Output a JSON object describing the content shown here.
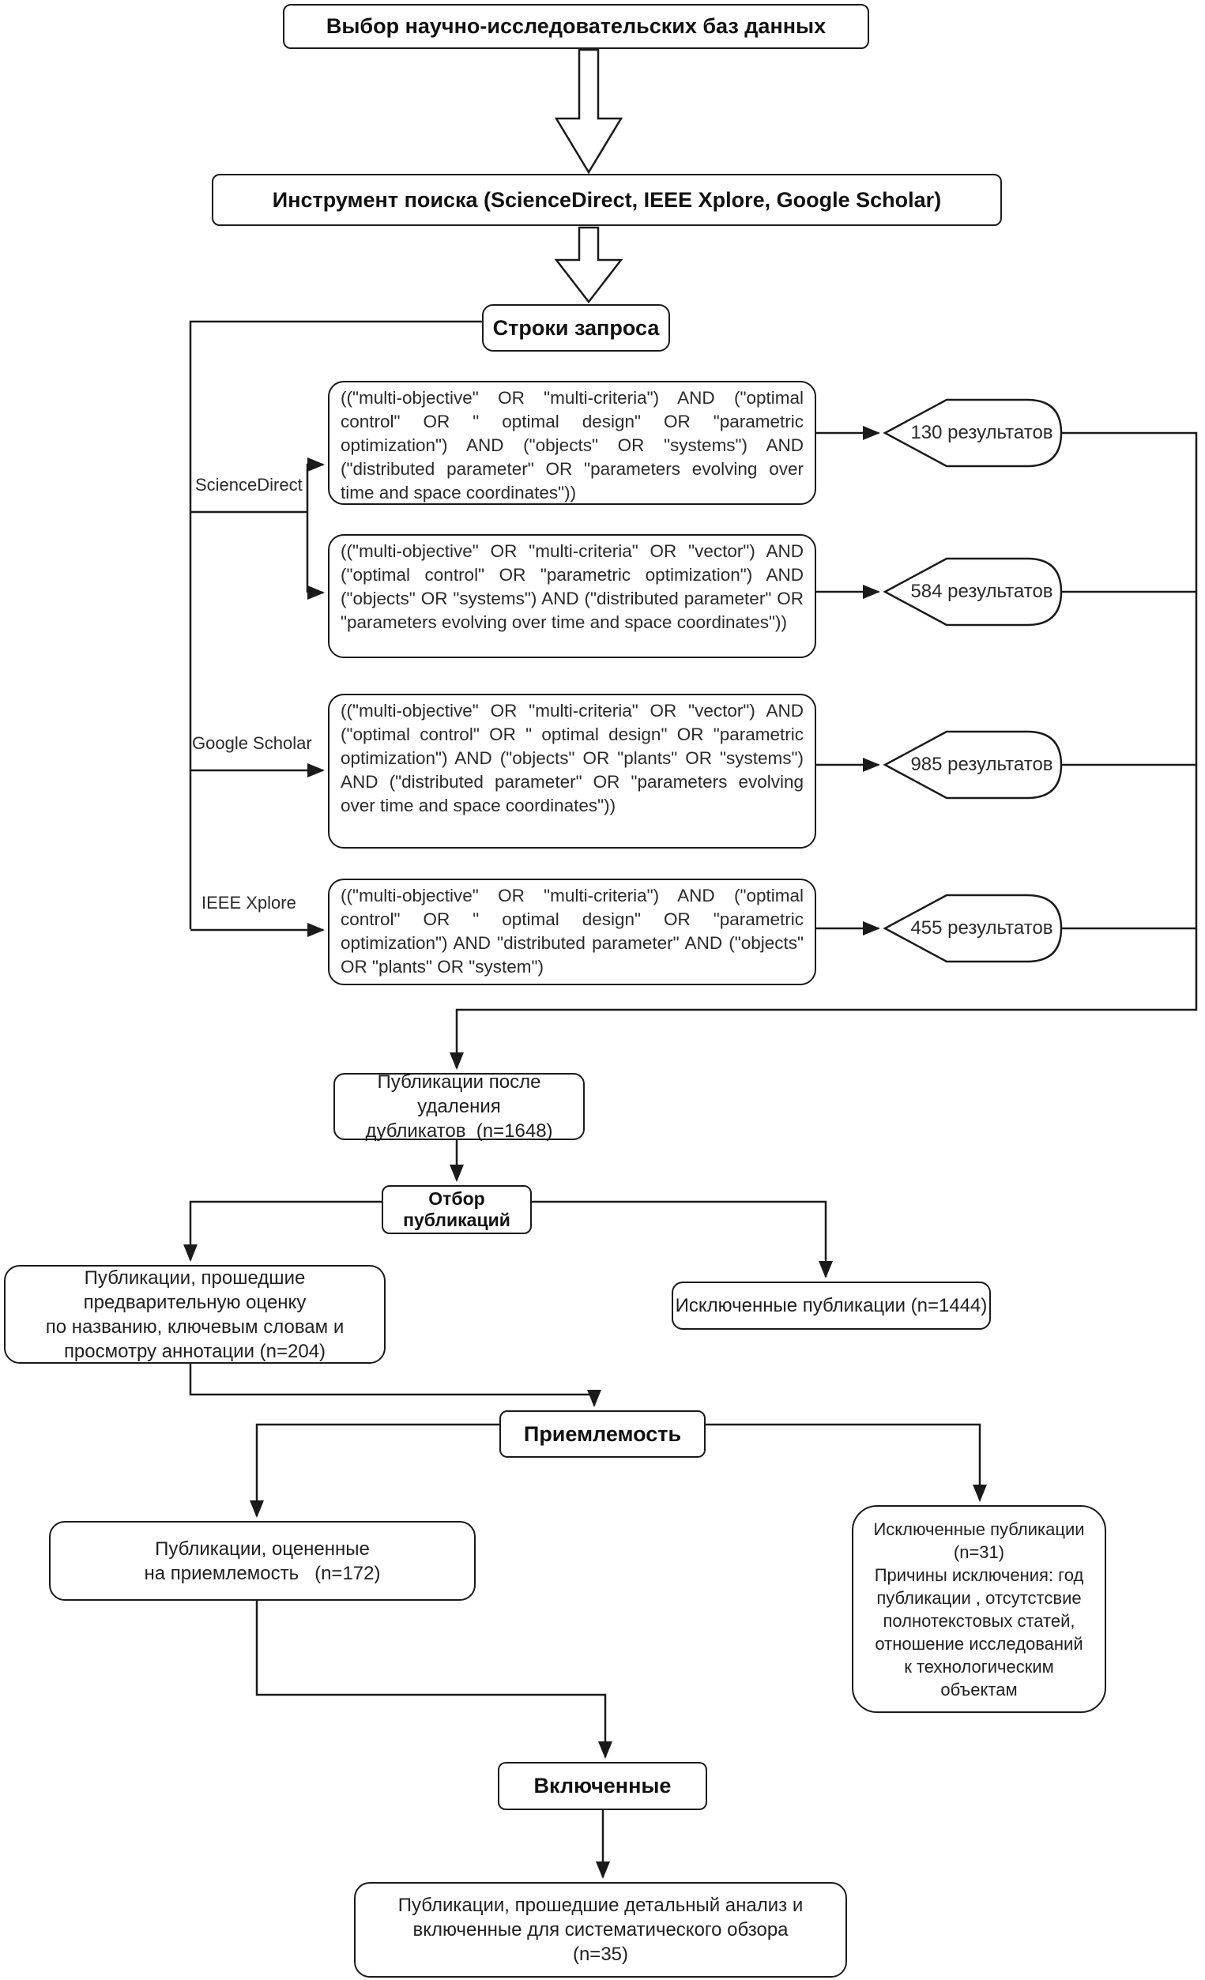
{
  "flow": {
    "select_db": "Выбор научно-исследовательских баз данных",
    "search_tool": "Инструмент поиска (ScienceDirect, IEEE Xplore, Google Scholar)",
    "query_strings": "Строки запроса",
    "selection": "Отбор публикаций",
    "eligibility": "Приемлемость",
    "included": "Включенные"
  },
  "sources": [
    {
      "label": "ScienceDirect"
    },
    {
      "label": "Google Scholar"
    },
    {
      "label": "IEEE Xplore"
    }
  ],
  "queries": [
    {
      "source": "ScienceDirect",
      "text": "((\"multi-objective\" OR \"multi-criteria\") AND (\"optimal control\" OR \" optimal design\" OR \"parametric optimization\") AND (\"objects\" OR \"systems\") AND (\"distributed parameter\" OR \"parameters evolving over time and space coordinates\"))",
      "result": "130 результатов"
    },
    {
      "source": "ScienceDirect",
      "text": "((\"multi-objective\" OR \"multi-criteria\" OR \"vector\") AND (\"optimal control\" OR \"parametric optimization\") AND (\"objects\" OR \"systems\") AND (\"distributed parameter\" OR \"parameters evolving over time and space coordinates\"))",
      "result": "584 результатов"
    },
    {
      "source": "Google Scholar",
      "text": "((\"multi-objective\" OR \"multi-criteria\" OR \"vector\") AND (\"optimal control\" OR \" optimal design\" OR \"parametric optimization\") AND (\"objects\" OR \"plants\" OR \"systems\") AND (\"distributed parameter\" OR \"parameters evolving over time and space coordinates\"))",
      "result": "985 результатов"
    },
    {
      "source": "IEEE Xplore",
      "text": "((\"multi-objective\" OR \"multi-criteria\") AND (\"optimal control\" OR \" optimal design\" OR \"parametric optimization\") AND \"distributed parameter\" AND (\"objects\" OR \"plants\" OR \"system\")",
      "result": "455 результатов"
    }
  ],
  "boxes": {
    "dedup": "Публикации после удаления\nдубликатов  (n=1648)",
    "prelim": "Публикации, прошедшие предварительную оценку\nпо названию, ключевым словам и\nпросмотру аннотации (n=204)",
    "excluded_selection": "Исключенные публикации (n=1444)",
    "assessed": "Публикации, оцененные\nна приемлемость   (n=172)",
    "excluded_eligibility": "Исключенные публикации\n(n=31)\nПричины исключения: год\nпубликации , отсутстсвие\nполнотекстовых статей,\nотношение исследований\nк технологическим\nобъектам",
    "final": "Публикации, прошедшие детальный анализ и\nвключенные для систематического обзора\n(n=35)"
  },
  "colors": {
    "stroke": "#1a1a1a",
    "background": "#ffffff",
    "text": "#2a2a2a"
  }
}
